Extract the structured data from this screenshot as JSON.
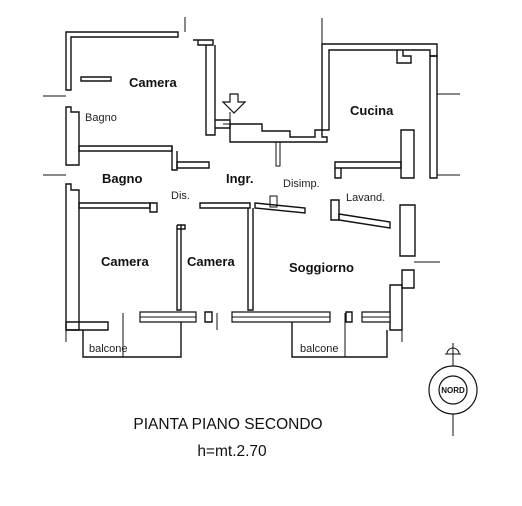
{
  "plan": {
    "rooms": {
      "camera_top": "Camera",
      "bagno_small": "Bagno",
      "cucina": "Cucina",
      "bagno": "Bagno",
      "dis": "Dis.",
      "ingr": "Ingr.",
      "disimp": "Disimp.",
      "lavand": "Lavand.",
      "camera_left": "Camera",
      "camera_mid": "Camera",
      "soggiorno": "Soggiorno",
      "balcone_left": "balcone",
      "balcone_right": "balcone"
    },
    "compass_label": "NORD",
    "title": "PIANTA PIANO SECONDO",
    "height_note": "h=mt.2.70"
  }
}
